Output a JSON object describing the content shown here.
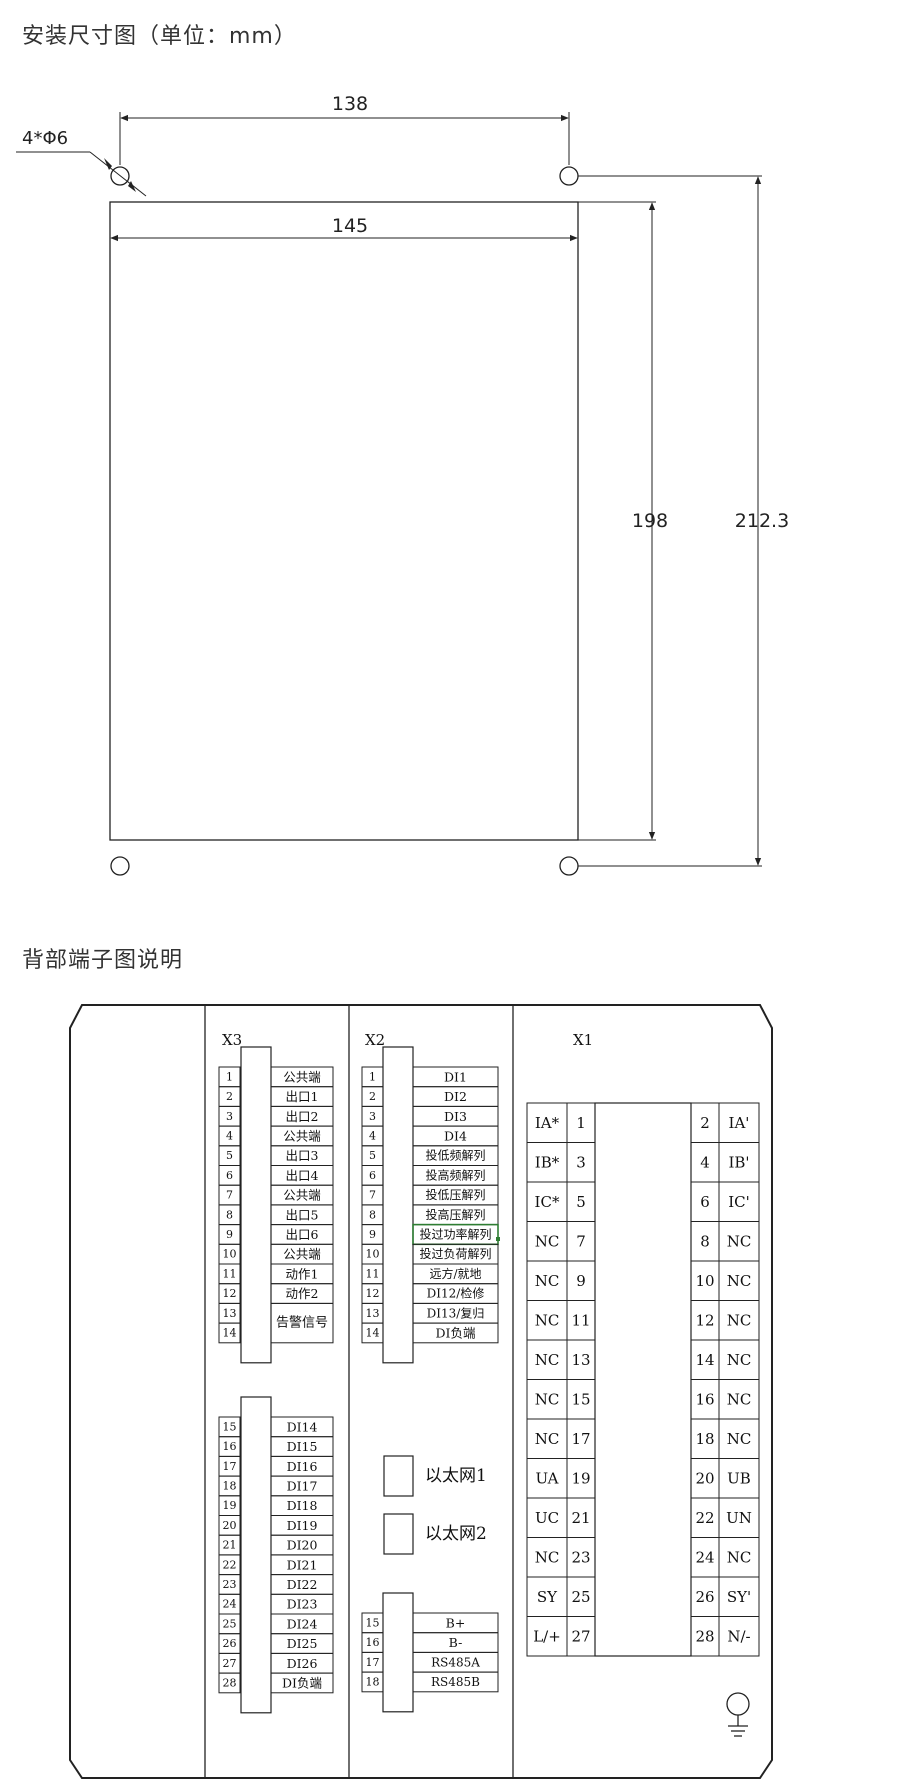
{
  "section_titles": {
    "installation": "安装尺寸图（单位：mm）",
    "terminals": "背部端子图说明"
  },
  "dimensions": {
    "hole_spacing_h": "138",
    "panel_width": "145",
    "panel_height": "198",
    "hole_spacing_v": "212.3",
    "hole_label": "4*Φ6"
  },
  "terminal_blocks": {
    "x3_label": "X3",
    "x2_label": "X2",
    "x1_label": "X1",
    "x3_top": [
      {
        "n": "1",
        "l": "公共端"
      },
      {
        "n": "2",
        "l": "出口1"
      },
      {
        "n": "3",
        "l": "出口2"
      },
      {
        "n": "4",
        "l": "公共端"
      },
      {
        "n": "5",
        "l": "出口3"
      },
      {
        "n": "6",
        "l": "出口4"
      },
      {
        "n": "7",
        "l": "公共端"
      },
      {
        "n": "8",
        "l": "出口5"
      },
      {
        "n": "9",
        "l": "出口6"
      },
      {
        "n": "10",
        "l": "公共端"
      },
      {
        "n": "11",
        "l": "动作1"
      },
      {
        "n": "12",
        "l": "动作2"
      },
      {
        "n": "13",
        "l": ""
      },
      {
        "n": "14",
        "l": ""
      }
    ],
    "x3_merged_label": "告警信号",
    "x3_bottom": [
      {
        "n": "15",
        "l": "DI14"
      },
      {
        "n": "16",
        "l": "DI15"
      },
      {
        "n": "17",
        "l": "DI16"
      },
      {
        "n": "18",
        "l": "DI17"
      },
      {
        "n": "19",
        "l": "DI18"
      },
      {
        "n": "20",
        "l": "DI19"
      },
      {
        "n": "21",
        "l": "DI20"
      },
      {
        "n": "22",
        "l": "DI21"
      },
      {
        "n": "23",
        "l": "DI22"
      },
      {
        "n": "24",
        "l": "DI23"
      },
      {
        "n": "25",
        "l": "DI24"
      },
      {
        "n": "26",
        "l": "DI25"
      },
      {
        "n": "27",
        "l": "DI26"
      },
      {
        "n": "28",
        "l": "DI负端"
      }
    ],
    "x2_top": [
      {
        "n": "1",
        "l": "DI1"
      },
      {
        "n": "2",
        "l": "DI2"
      },
      {
        "n": "3",
        "l": "DI3"
      },
      {
        "n": "4",
        "l": "DI4"
      },
      {
        "n": "5",
        "l": "投低频解列"
      },
      {
        "n": "6",
        "l": "投高频解列"
      },
      {
        "n": "7",
        "l": "投低压解列"
      },
      {
        "n": "8",
        "l": "投高压解列"
      },
      {
        "n": "9",
        "l": "投过功率解列"
      },
      {
        "n": "10",
        "l": "投过负荷解列"
      },
      {
        "n": "11",
        "l": "远方/就地"
      },
      {
        "n": "12",
        "l": "DI12/检修"
      },
      {
        "n": "13",
        "l": "DI13/复归"
      },
      {
        "n": "14",
        "l": "DI负端"
      }
    ],
    "x2_bottom": [
      {
        "n": "15",
        "l": "B+"
      },
      {
        "n": "16",
        "l": "B-"
      },
      {
        "n": "17",
        "l": "RS485A"
      },
      {
        "n": "18",
        "l": "RS485B"
      }
    ],
    "ethernet": [
      "以太网1",
      "以太网2"
    ],
    "x1_left": [
      {
        "s": "IA*",
        "n": "1"
      },
      {
        "s": "IB*",
        "n": "3"
      },
      {
        "s": "IC*",
        "n": "5"
      },
      {
        "s": "NC",
        "n": "7"
      },
      {
        "s": "NC",
        "n": "9"
      },
      {
        "s": "NC",
        "n": "11"
      },
      {
        "s": "NC",
        "n": "13"
      },
      {
        "s": "NC",
        "n": "15"
      },
      {
        "s": "NC",
        "n": "17"
      },
      {
        "s": "UA",
        "n": "19"
      },
      {
        "s": "UC",
        "n": "21"
      },
      {
        "s": "NC",
        "n": "23"
      },
      {
        "s": "SY",
        "n": "25"
      },
      {
        "s": "L/+",
        "n": "27"
      }
    ],
    "x1_right": [
      {
        "n": "2",
        "s": "IA'"
      },
      {
        "n": "4",
        "s": "IB'"
      },
      {
        "n": "6",
        "s": "IC'"
      },
      {
        "n": "8",
        "s": "NC"
      },
      {
        "n": "10",
        "s": "NC"
      },
      {
        "n": "12",
        "s": "NC"
      },
      {
        "n": "14",
        "s": "NC"
      },
      {
        "n": "16",
        "s": "NC"
      },
      {
        "n": "18",
        "s": "NC"
      },
      {
        "n": "20",
        "s": "UB"
      },
      {
        "n": "22",
        "s": "UN"
      },
      {
        "n": "24",
        "s": "NC"
      },
      {
        "n": "26",
        "s": "SY'"
      },
      {
        "n": "28",
        "s": "N/-"
      }
    ],
    "ground_icon": "ground-icon"
  },
  "colors": {
    "line": "#222222",
    "highlight": "#2e7d32"
  }
}
